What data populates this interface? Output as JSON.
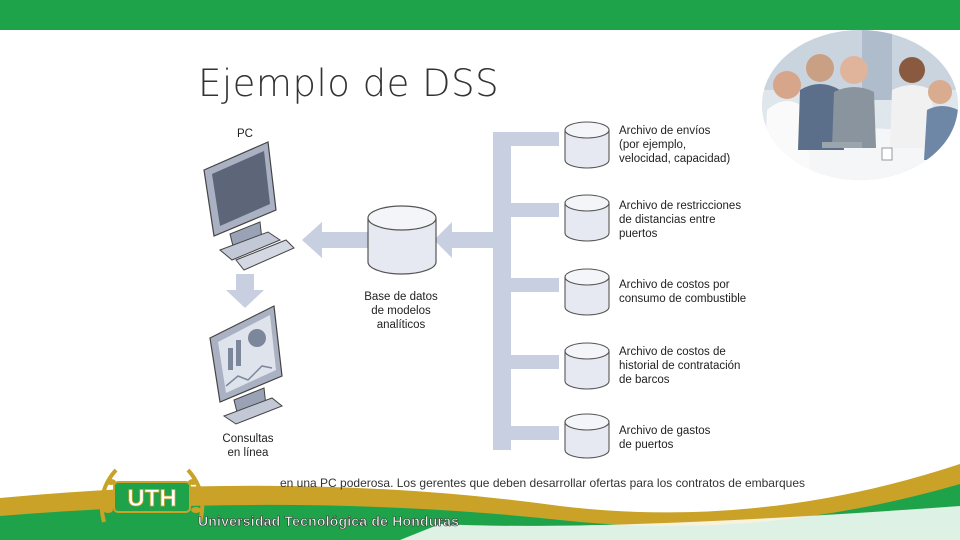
{
  "slide": {
    "title": "Ejemplo de DSS",
    "caption": "en una PC poderosa. Los gerentes que deben desarrollar ofertas para los contratos de embarques",
    "university": "Universidad Tecnológica de Honduras",
    "logo_text": "UTH"
  },
  "diagram": {
    "pc_label": "PC",
    "query_label": [
      "Consultas",
      "en línea"
    ],
    "database_label": [
      "Base de datos",
      "de modelos",
      "analíticos"
    ],
    "files": [
      {
        "lines": [
          "Archivo de envíos",
          "(por ejemplo,",
          "velocidad, capacidad)"
        ]
      },
      {
        "lines": [
          "Archivo de restricciones",
          "de distancias entre",
          "puertos"
        ]
      },
      {
        "lines": [
          "Archivo de costos por",
          "consumo de combustible"
        ]
      },
      {
        "lines": [
          "Archivo de costos de",
          "historial de contratación",
          "de barcos"
        ]
      },
      {
        "lines": [
          "Archivo de gastos",
          "de puertos"
        ]
      }
    ]
  },
  "colors": {
    "brand_green": "#1fa34a",
    "gold": "#c9a227",
    "arrow": "#c7cfe0",
    "disk": "#e6e9f1"
  }
}
